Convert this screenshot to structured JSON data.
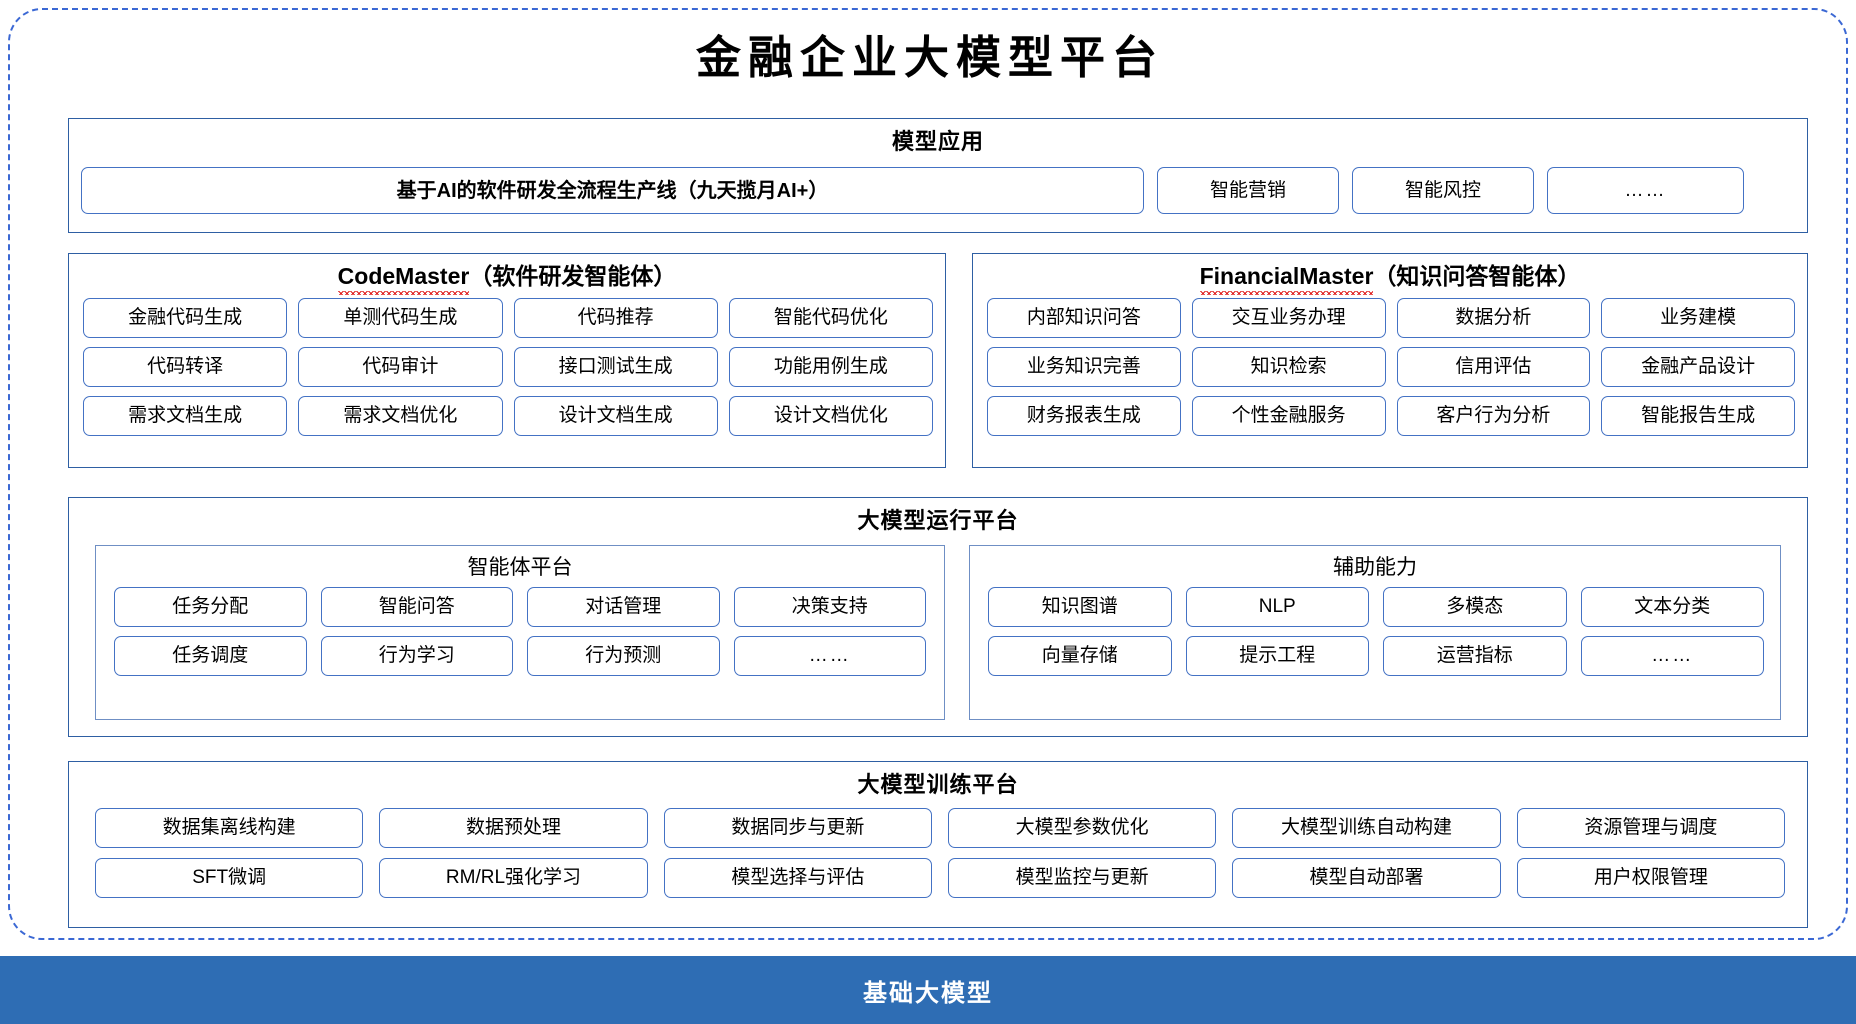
{
  "title": "金融企业大模型平台",
  "colors": {
    "outer_border": "#3B68D4",
    "panel_border": "#2E5FA3",
    "chip_border": "#4472C4",
    "foundation_bar": "#2E6DB4",
    "spellcheck_underline": "#E02020"
  },
  "layers": {
    "applications": {
      "title": "模型应用",
      "items": [
        "基于AI的软件研发全流程生产线（九天揽月AI+）",
        "智能营销",
        "智能风控",
        "……"
      ]
    },
    "code_master": {
      "name": "CodeMaster",
      "suffix": "（软件研发智能体）",
      "items": [
        "金融代码生成",
        "单测代码生成",
        "代码推荐",
        "智能代码优化",
        "代码转译",
        "代码审计",
        "接口测试生成",
        "功能用例生成",
        "需求文档生成",
        "需求文档优化",
        "设计文档生成",
        "设计文档优化"
      ]
    },
    "financial_master": {
      "name": "FinancialMaster",
      "suffix": "（知识问答智能体）",
      "items": [
        "内部知识问答",
        "交互业务办理",
        "数据分析",
        "业务建模",
        "业务知识完善",
        "知识检索",
        "信用评估",
        "金融产品设计",
        "财务报表生成",
        "个性金融服务",
        "客户行为分析",
        "智能报告生成"
      ]
    },
    "runtime": {
      "title": "大模型运行平台",
      "agent_platform": {
        "title": "智能体平台",
        "items": [
          "任务分配",
          "智能问答",
          "对话管理",
          "决策支持",
          "任务调度",
          "行为学习",
          "行为预测",
          "……"
        ]
      },
      "aux_ability": {
        "title": "辅助能力",
        "items": [
          "知识图谱",
          "NLP",
          "多模态",
          "文本分类",
          "向量存储",
          "提示工程",
          "运营指标",
          "……"
        ]
      }
    },
    "training": {
      "title": "大模型训练平台",
      "items": [
        "数据集离线构建",
        "数据预处理",
        "数据同步与更新",
        "大模型参数优化",
        "大模型训练自动构建",
        "资源管理与调度",
        "SFT微调",
        "RM/RL强化学习",
        "模型选择与评估",
        "模型监控与更新",
        "模型自动部署",
        "用户权限管理"
      ]
    },
    "foundation": {
      "label": "基础大模型"
    }
  }
}
